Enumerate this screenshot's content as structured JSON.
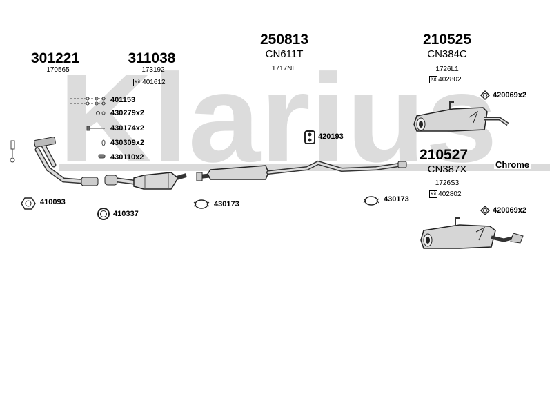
{
  "watermark_text": "Klarius",
  "parts": [
    {
      "number": "301221",
      "oe": "170565"
    },
    {
      "number": "311038",
      "oe": "173192",
      "kit": "401612"
    },
    {
      "number": "250813",
      "code": "CN611T",
      "oe": "1717NE"
    },
    {
      "number": "210525",
      "code": "CN384C",
      "oe": "1726L1",
      "kit": "402802"
    },
    {
      "number": "210527",
      "code": "CN387X",
      "oe": "1726S3",
      "kit": "402802"
    }
  ],
  "kit_box_label": "Kit",
  "fittings": [
    "401153",
    "430279x2",
    "430174x2",
    "430309x2",
    "430110x2"
  ],
  "accessories": {
    "a420193": "420193",
    "a420069_top": "420069x2",
    "a420069_bottom": "420069x2",
    "a410093": "410093",
    "a410337": "410337",
    "a430173_left": "430173",
    "a430173_right": "430173"
  },
  "variant_label": "Chrome"
}
